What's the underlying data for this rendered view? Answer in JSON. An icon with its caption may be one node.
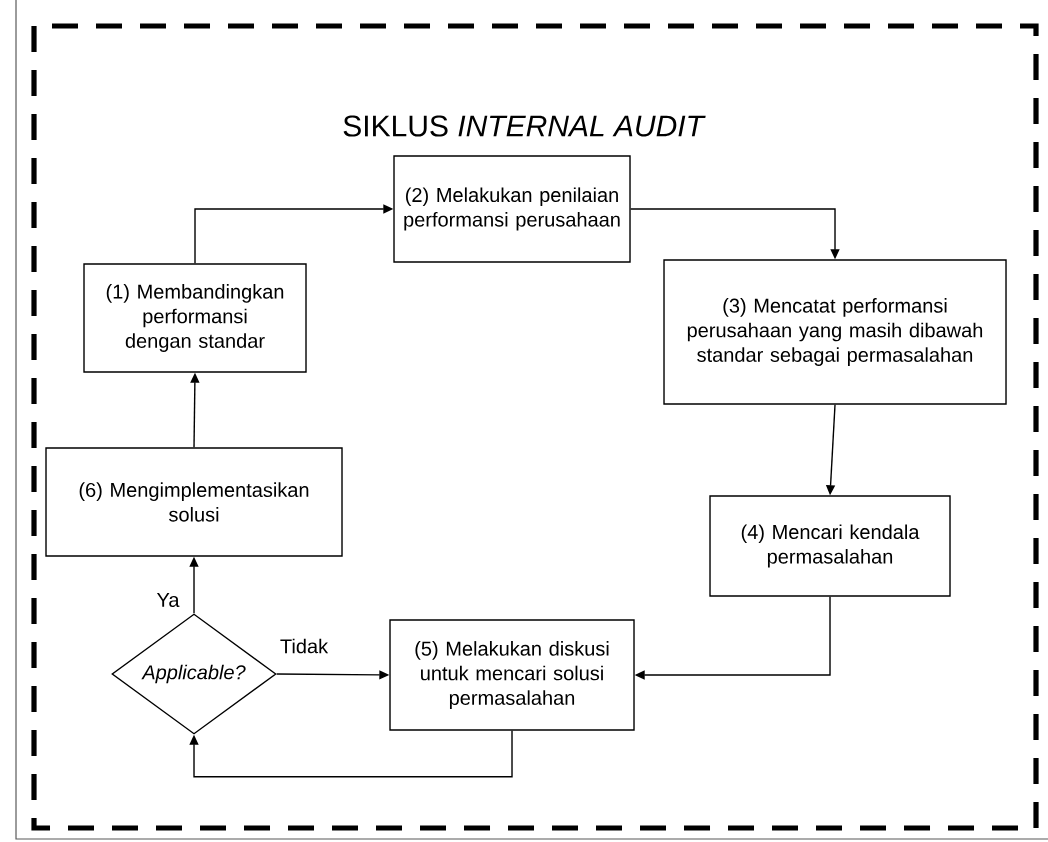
{
  "diagram": {
    "title": "SIKLUS *INTERNAL AUDIT*",
    "nodes": [
      {
        "text": [
          "(1) Membandingkan performansi dengan standar"
        ]
      },
      {
        "text": [
          "(2) Melakukan penilaian performansi perusahaan"
        ]
      },
      {
        "text": [
          "(3) Mencatat performansi perusahaan yang masih dibawah standar sebagai permasalahan"
        ]
      },
      {
        "text": [
          "(4) Mencari kendala permasalahan"
        ]
      },
      {
        "text": [
          "(5) Melakukan diskusi untuk mencari solusi permasalahan"
        ]
      },
      {
        "text": [
          "(6) Mengimplementasikan solusi"
        ]
      },
      {
        "text": [
          "Applicable?"
        ]
      }
    ],
    "edges": [
      {
        "from": 0,
        "to": 1,
        "arrow": "to"
      },
      {
        "from": 1,
        "to": 2,
        "arrow": "to"
      },
      {
        "from": 2,
        "to": 3,
        "arrow": "to"
      },
      {
        "from": 3,
        "to": 4,
        "arrow": "to"
      },
      {
        "from": 6,
        "to": 4,
        "arrow": "to",
        "label": "Tidak"
      },
      {
        "from": 6,
        "to": 5,
        "arrow": "to",
        "label": "Ya"
      },
      {
        "from": 4,
        "to": 6,
        "arrow": "to"
      },
      {
        "from": 5,
        "to": 0,
        "arrow": "to"
      }
    ]
  }
}
